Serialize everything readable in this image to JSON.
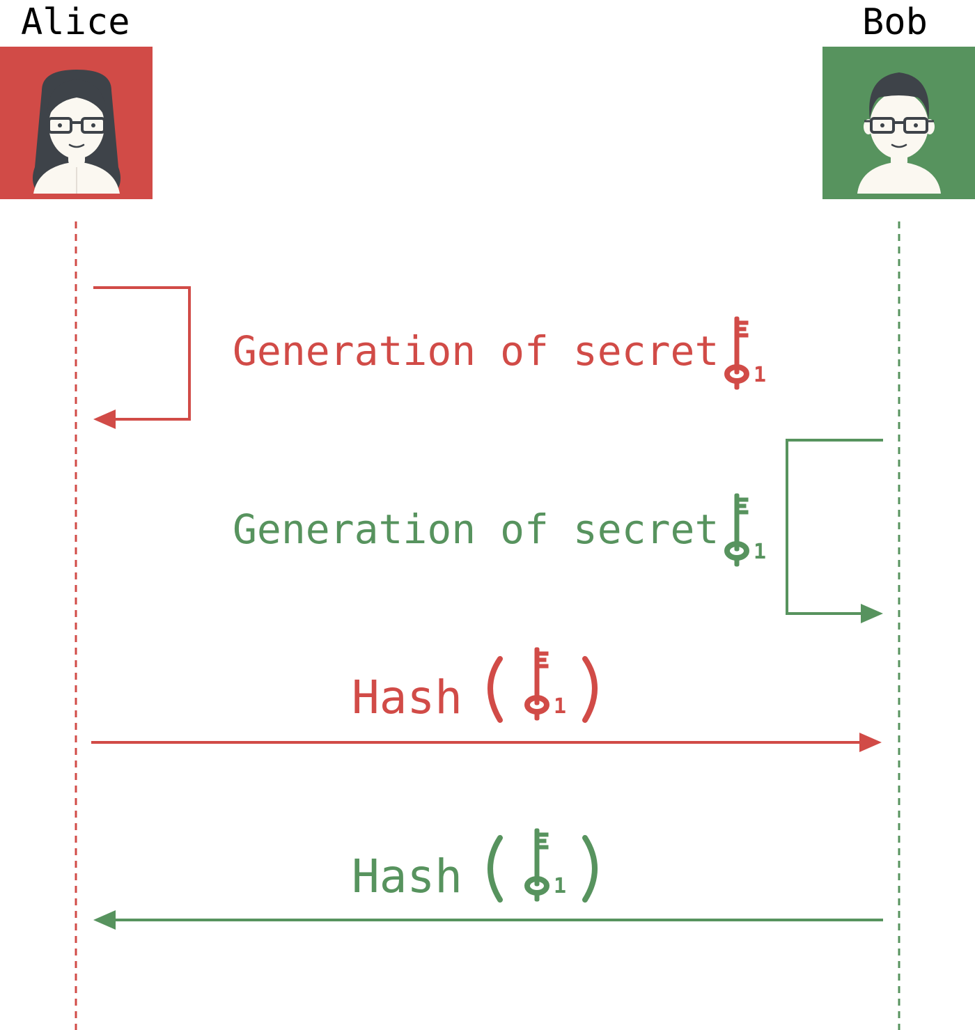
{
  "participants": {
    "alice": {
      "name": "Alice",
      "color": "#d14b47"
    },
    "bob": {
      "name": "Bob",
      "color": "#57935e"
    }
  },
  "key_icon": {
    "icon": "key-icon",
    "subscript": "1"
  },
  "messages": [
    {
      "label": "Generation of secret",
      "from": "alice",
      "to": "alice",
      "color": "#d14b47",
      "kind": "self"
    },
    {
      "label": "Generation of secret",
      "from": "bob",
      "to": "bob",
      "color": "#57935e",
      "kind": "self"
    },
    {
      "label": "Hash",
      "from": "alice",
      "to": "bob",
      "color": "#d14b47",
      "kind": "message"
    },
    {
      "label": "Hash",
      "from": "bob",
      "to": "alice",
      "color": "#57935e",
      "kind": "message"
    }
  ],
  "colors": {
    "skin": "#fbf8f1",
    "hair": "#3e4349",
    "glasses": "#3e4349"
  }
}
